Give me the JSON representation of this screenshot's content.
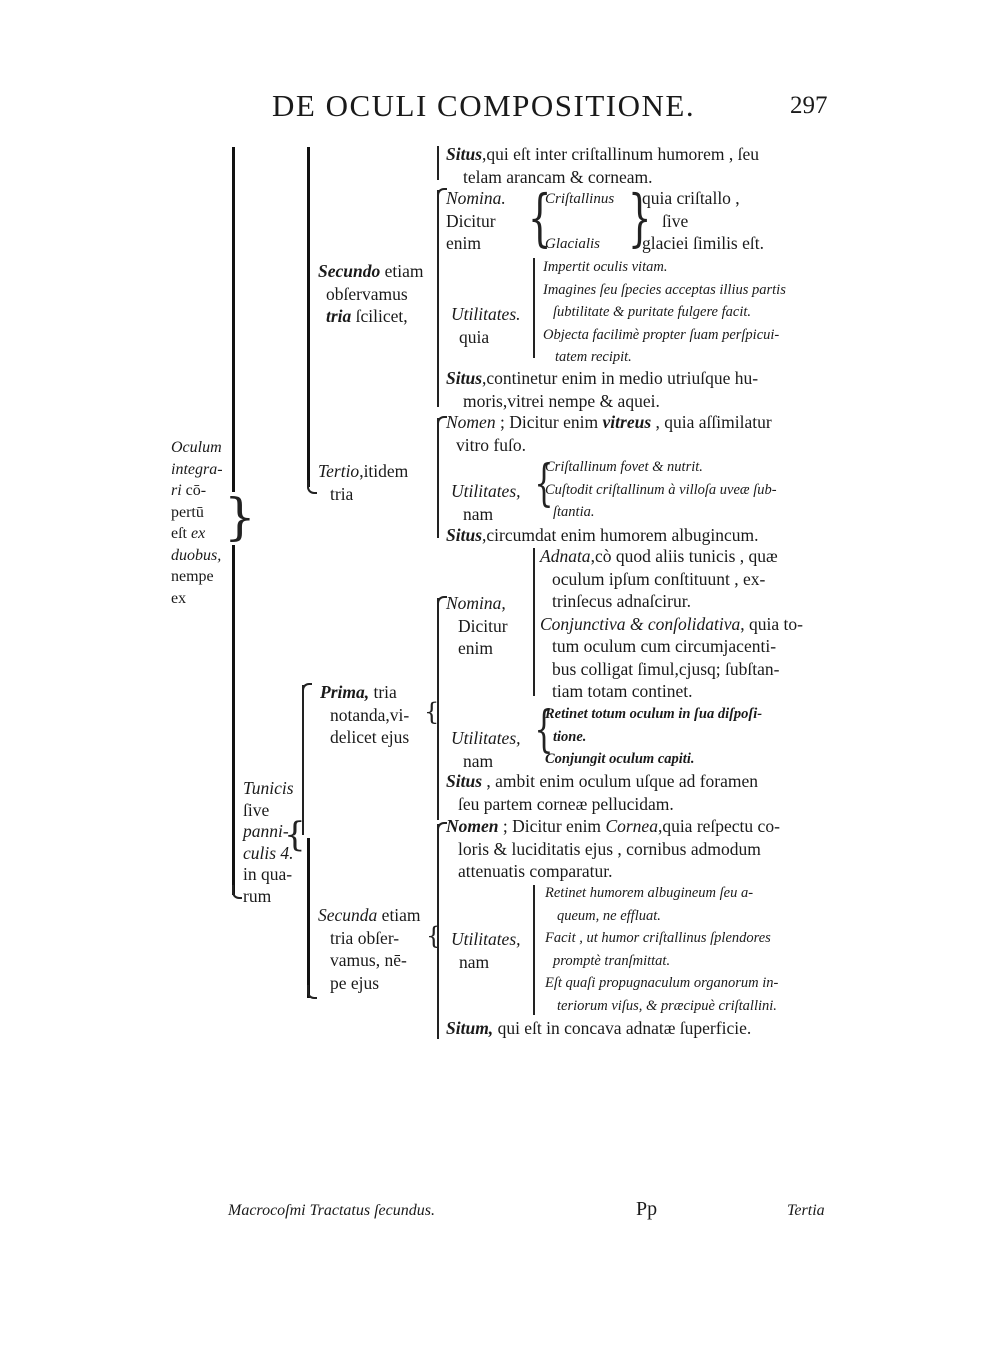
{
  "header": {
    "title": "DE OCULI COMPOSITIONE.",
    "page_number": "297"
  },
  "left_margin": {
    "lines": [
      {
        "text": "Oculum",
        "italic": true
      },
      {
        "text": "integra-",
        "italic": true
      },
      {
        "text_it": "ri",
        "text": " cō-"
      },
      {
        "text": "pertū"
      },
      {
        "text": "eſt",
        "text_it": " ex"
      },
      {
        "text": "duobus,",
        "italic": true
      },
      {
        "text": "nempe"
      },
      {
        "text": "ex"
      }
    ]
  },
  "tunicis": {
    "lines": [
      "Tunicis",
      "ſive",
      "panni-",
      "culis 4.",
      "in qua-",
      "rum"
    ]
  },
  "secundo": {
    "label_it": "Secundo",
    "l1": " etiam",
    "l2": "obſervamus",
    "l3_it": "tria",
    "l3": " ſcilicet,"
  },
  "tertio": {
    "label_it": "Tertio",
    "l1": ",itidem",
    "l2": "tria"
  },
  "prima": {
    "label_it": "Prima,",
    "l1": " tria",
    "l2": "notanda,vi-",
    "l3": "delicet ejus"
  },
  "secunda": {
    "label_it": "Secunda",
    "l1": " etiam",
    "l2": "tria obſer-",
    "l3": "vamus, nē-",
    "l4": "pe ejus"
  },
  "block_top": {
    "situs_it": "Situs",
    "situs_l1": ",qui eſt inter criſtallinum humorem , ſeu",
    "situs_l2": "telam arancam & corneam."
  },
  "block_secundo": {
    "nomina_it": "Nomina.",
    "dicitur": "Dicitur",
    "enim": "enim",
    "cristallinus": "Criſtallinus",
    "glacialis": "Glacialis",
    "quia_cristallo": "quia criſtallo ,",
    "sive": "ſive",
    "glaciei": "glaciei ſimilis eſt.",
    "utilitates": "Utilitates.",
    "quia": "quia",
    "util_items": [
      "Impertit oculis vitam.",
      "Imagines ſeu ſpecies acceptas illius partis",
      "ſubtilitate & puritate fulgere facit.",
      "Objecta facilimè propter ſuam perſpicui-",
      "tatem recipit."
    ],
    "situs_it": "Situs",
    "situs_l1": ",continetur enim in medio utriuſque hu-",
    "situs_l2": "moris,vitrei nempe & aquei."
  },
  "block_tertio": {
    "nomen_it": "Nomen",
    "nomen_l1a": " ; Dicitur enim ",
    "nomen_l1_it": "vitreus",
    "nomen_l1b": " , quia aſſimilatur",
    "nomen_l2": "vitro fuſo.",
    "utilitates": "Utilitates,",
    "nam": "nam",
    "util_items": [
      "Criſtallinum fovet & nutrit.",
      "Cuſtodit criſtallinum à villoſa uveæ ſub-",
      "ſtantia."
    ],
    "situs_it": "Situs",
    "situs_l1": ",circumdat enim humorem albugincum."
  },
  "block_prima": {
    "nomina": "Nomina,",
    "dicitur": "Dicitur",
    "enim": "enim",
    "adnata_it": "Adnata",
    "adnata_l1": ",cò quod aliis tunicis , quæ",
    "adnata_l2": "oculum ipſum conſtituunt , ex-",
    "adnata_l3": "trinſecus adnaſcirur.",
    "conj_it": "Conjunctiva & conſolidativa",
    "conj_l1": ", quia to-",
    "conj_l2": "tum oculum cum circumjacenti-",
    "conj_l3": "bus colligat ſimul,cjusq; ſubſtan-",
    "conj_l4": "tiam totam continet.",
    "utilitates": "Utilitates,",
    "nam": "nam",
    "util_items": [
      "Retinet totum oculum in ſua diſpoſi-",
      "tione.",
      "Conjungit oculum capiti."
    ],
    "situs_it": "Situs",
    "situs_l1": " , ambit enim oculum uſque ad foramen",
    "situs_l2": "ſeu partem corneæ pellucidam."
  },
  "block_secunda": {
    "nomen_it": "Nomen",
    "nomen_l1a": " ; Dicitur enim ",
    "nomen_l1_it": "Cornea",
    "nomen_l1b": ",quia reſpectu co-",
    "nomen_l2": "loris & luciditatis ejus , cornibus admodum",
    "nomen_l3": "attenuatis comparatur.",
    "utilitates": "Utilitates,",
    "nam": "nam",
    "util_items": [
      "Retinet humorem albugineum ſeu a-",
      "queum, ne effluat.",
      "Facit , ut humor criſtallinus ſplendores",
      "promptè tranſmittat.",
      "Eſt quaſi propugnaculum organorum in-",
      "teriorum viſus, & præcipuè criſtallini."
    ],
    "situm_it": "Situm,",
    "situm_l1": " qui eſt in concava adnatæ ſuperficie."
  },
  "footer": {
    "left": "Macrocoſmi Tractatus ſecundus.",
    "signature": "Pp",
    "catchword": "Tertia"
  }
}
